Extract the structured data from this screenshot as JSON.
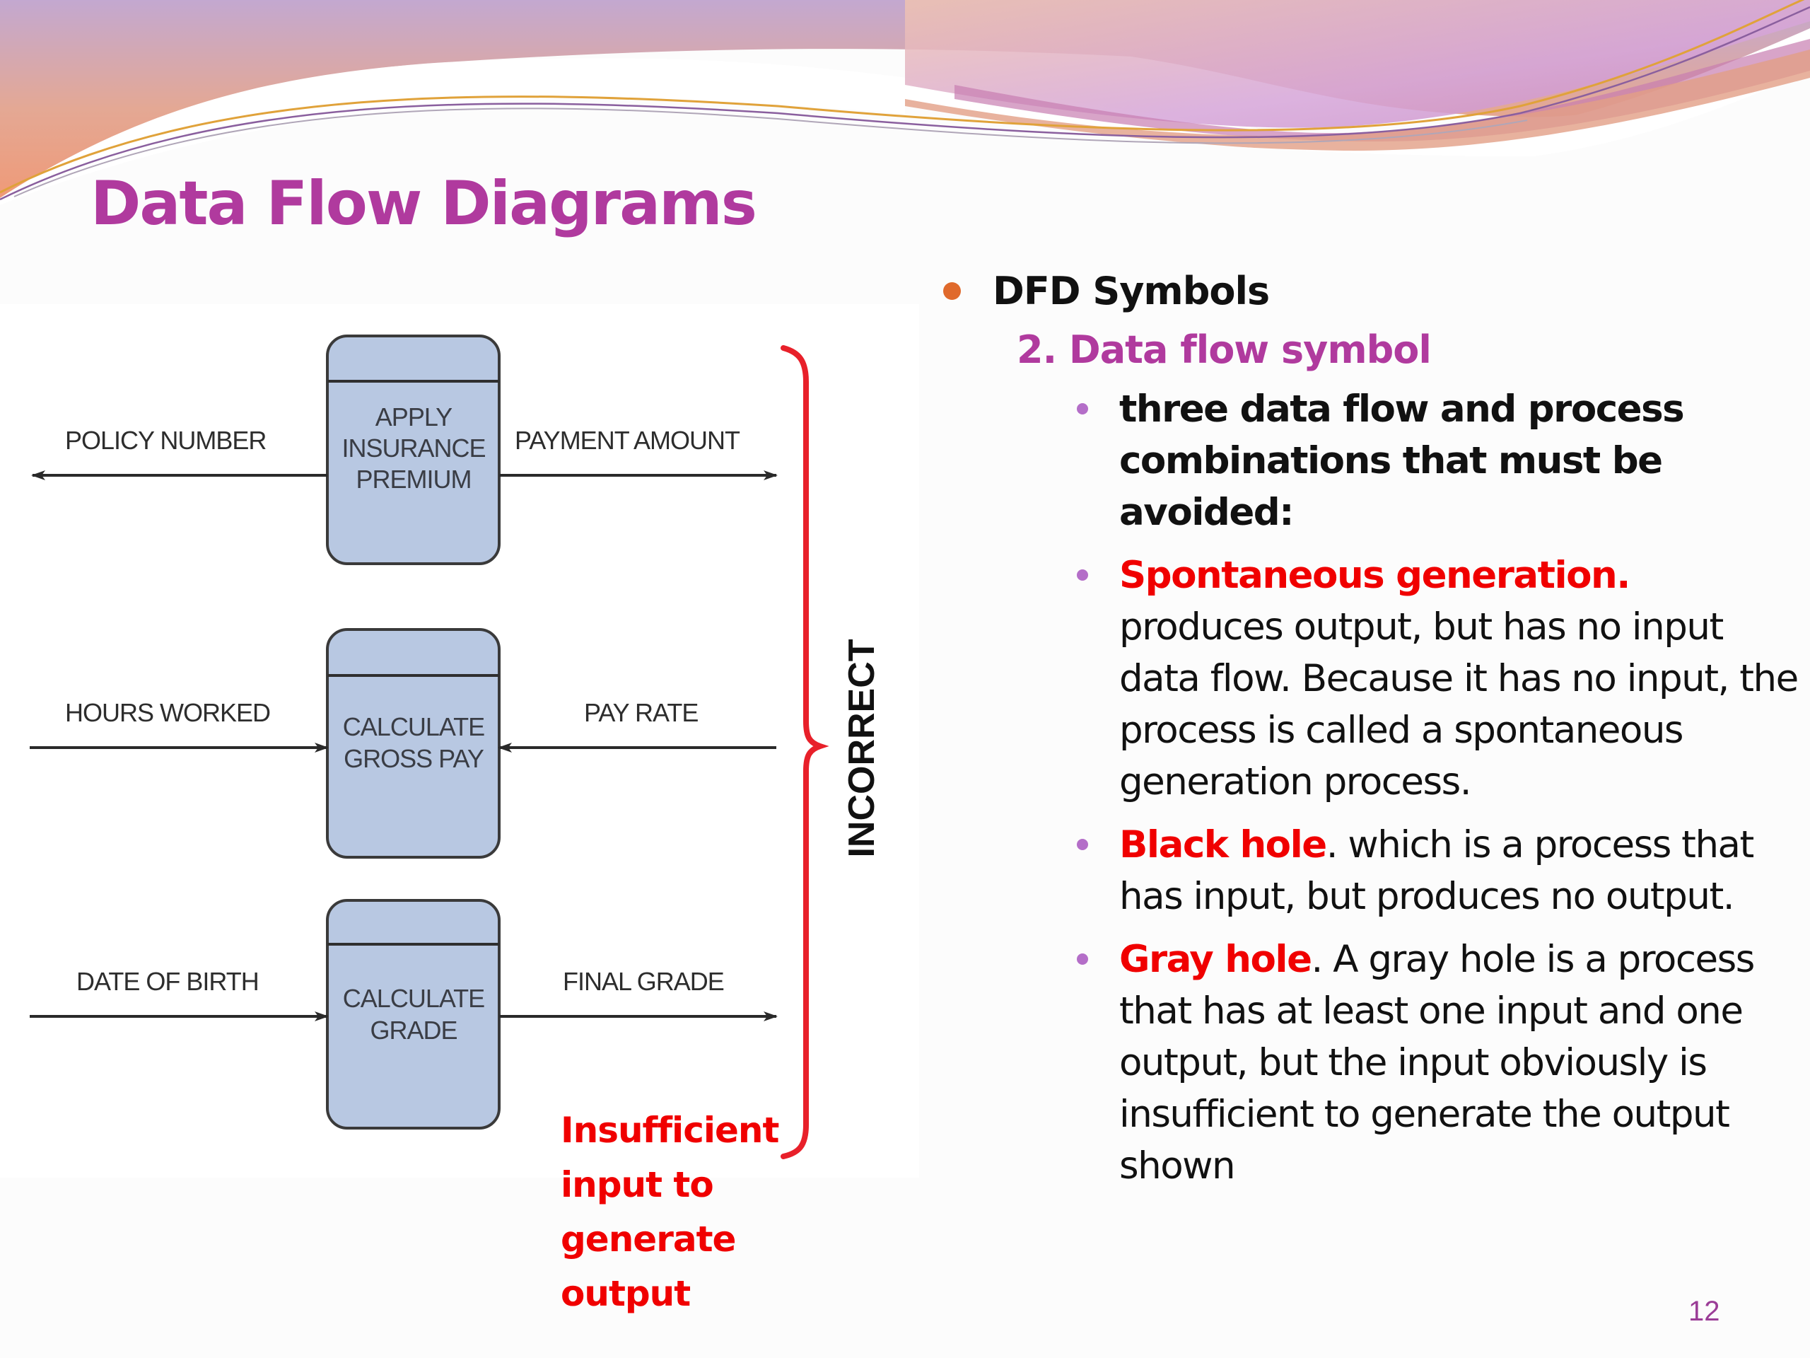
{
  "slide": {
    "title": "Data Flow Diagrams",
    "page_number": "12",
    "colors": {
      "title": "#b03a9e",
      "accent_red": "#f00000",
      "bullet_orange": "#e06a2c",
      "bullet_purple": "#b46ec8",
      "process_fill": "#b8c8e2",
      "brace": "#e8202a"
    }
  },
  "diagram": {
    "bracket_label": "INCORRECT",
    "note_lines": [
      "Insufficient",
      "input to",
      "generate",
      "output"
    ],
    "processes": [
      {
        "name_lines": [
          "APPLY",
          "INSURANCE",
          "PREMIUM"
        ],
        "left_flow": {
          "label": "POLICY NUMBER",
          "direction": "outgoing"
        },
        "right_flow": {
          "label": "PAYMENT AMOUNT",
          "direction": "outgoing"
        },
        "error": "spontaneous generation"
      },
      {
        "name_lines": [
          "CALCULATE",
          "GROSS PAY"
        ],
        "left_flow": {
          "label": "HOURS WORKED",
          "direction": "incoming"
        },
        "right_flow": {
          "label": "PAY RATE",
          "direction": "incoming"
        },
        "error": "black hole"
      },
      {
        "name_lines": [
          "CALCULATE",
          "GRADE"
        ],
        "left_flow": {
          "label": "DATE OF BIRTH",
          "direction": "incoming"
        },
        "right_flow": {
          "label": "FINAL GRADE",
          "direction": "outgoing"
        },
        "error": "gray hole"
      }
    ]
  },
  "content": {
    "heading": "DFD Symbols",
    "subheading": "2. Data flow symbol",
    "intro": "three data flow and process combinations that must be avoided:",
    "items": [
      {
        "term": "Spontaneous generation.",
        "text": " produces output, but has no input data flow. Because it has no input, the process is called a spontaneous generation process."
      },
      {
        "term": "Black hole",
        "text": ". which is a process that has input, but produces no output."
      },
      {
        "term": "Gray hole",
        "text": ". A gray hole is a process that has at least one input and one output, but the input obviously is insufficient to generate the output shown"
      }
    ]
  }
}
